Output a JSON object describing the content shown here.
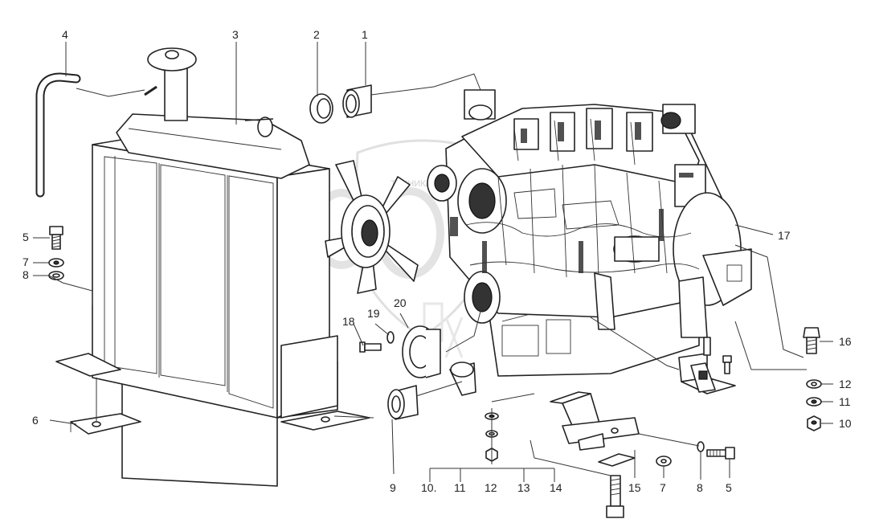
{
  "watermark": {
    "text": "ТЕХНИКА"
  },
  "callouts": {
    "c1": "1",
    "c2": "2",
    "c3": "3",
    "c4": "4",
    "c5a": "5",
    "c5b": "5",
    "c6": "6",
    "c7a": "7",
    "c7b": "7",
    "c8a": "8",
    "c8b": "8",
    "c9": "9",
    "c10a": "10",
    "c10b": "10.",
    "c11a": "11",
    "c11b": "11",
    "c12a": "12",
    "c12b": "12",
    "c13": "13",
    "c14": "14",
    "c15": "15",
    "c16": "16",
    "c17": "17",
    "c18": "18",
    "c19": "19",
    "c20": "20"
  },
  "colors": {
    "line": "#222222",
    "watermark": "#cfcfcf"
  }
}
